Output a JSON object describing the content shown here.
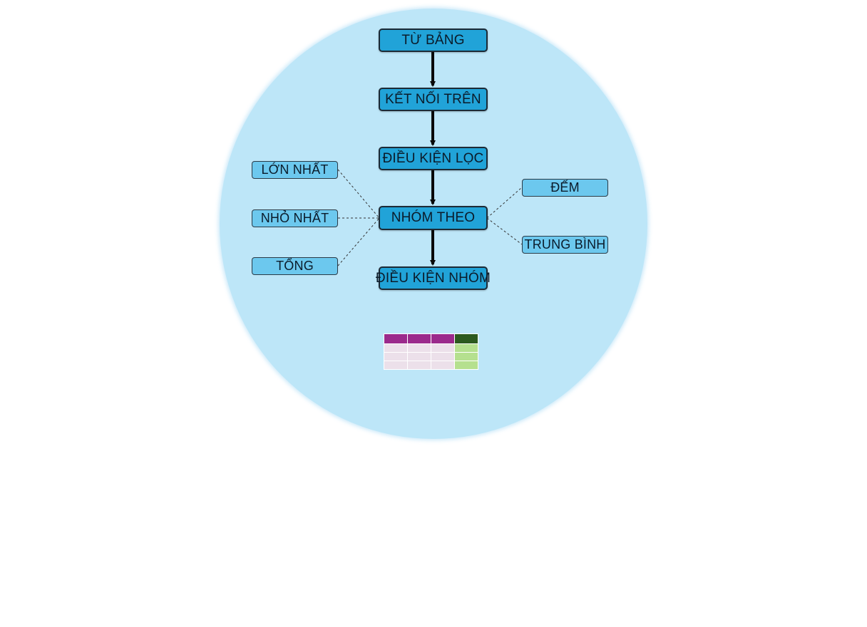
{
  "flow": {
    "steps": [
      "TỪ BẢNG",
      "KẾT NỐI TRÊN",
      "ĐIỀU KIỆN LỌC",
      "NHÓM THEO",
      "ĐIỀU KIỆN NHÓM"
    ]
  },
  "aggregates": {
    "left": [
      "LỚN NHẤT",
      "NHỎ NHẤT",
      "TỔNG"
    ],
    "right": [
      "ĐẾM",
      "TRUNG BÌNH"
    ]
  },
  "colors": {
    "background_circle": "#bde6f8",
    "main_box": "#21a3d8",
    "side_box": "#6cc8ee",
    "table_header": "#9b2a8c",
    "table_header_last": "#2c5a1f",
    "table_cell": "#ece0ea",
    "table_cell_highlight": "#b5e08f"
  }
}
